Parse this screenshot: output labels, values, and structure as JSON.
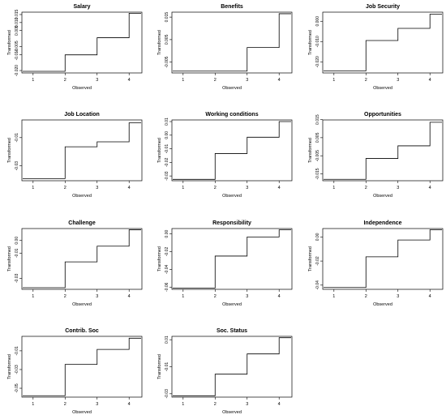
{
  "chart_data": [
    {
      "type": "line",
      "style": "step",
      "title": "Salary",
      "xlabel": "Observed",
      "ylabel": "Transformed",
      "x": [
        1,
        2,
        3,
        4
      ],
      "y": [
        -0.0205,
        -0.0102,
        0.0005,
        0.0158
      ],
      "xlim": [
        0.65,
        4.4
      ],
      "ylim": [
        -0.0215,
        0.0165
      ],
      "xticks": [
        "1",
        "2",
        "3",
        "4"
      ],
      "yticks": [
        -0.02,
        -0.01,
        -0.005,
        0.005,
        0.01,
        0.015
      ],
      "ytick_labels": [
        "-0.020",
        "-0.010",
        "-0.005",
        "0.005",
        "0.010",
        "0.015"
      ]
    },
    {
      "type": "line",
      "style": "step",
      "title": "Benefits",
      "xlabel": "Observed",
      "ylabel": "Transformed",
      "x": [
        1,
        2,
        3,
        4
      ],
      "y": [
        -0.009,
        -0.009,
        0.0015,
        0.0165
      ],
      "xlim": [
        0.65,
        4.4
      ],
      "ylim": [
        -0.0098,
        0.0172
      ],
      "xticks": [
        "1",
        "2",
        "3",
        "4"
      ],
      "yticks": [
        -0.005,
        0.005,
        0.015
      ],
      "ytick_labels": [
        "-0.005",
        "0.005",
        "0.015"
      ]
    },
    {
      "type": "line",
      "style": "step",
      "title": "Job Security",
      "xlabel": "Observed",
      "ylabel": "Transformed",
      "x": [
        1,
        2,
        3,
        4
      ],
      "y": [
        -0.0245,
        -0.0095,
        -0.0035,
        0.0035
      ],
      "xlim": [
        0.65,
        4.4
      ],
      "ylim": [
        -0.0255,
        0.0045
      ],
      "xticks": [
        "1",
        "2",
        "3",
        "4"
      ],
      "yticks": [
        -0.02,
        -0.01,
        0
      ],
      "ytick_labels": [
        "-0.020",
        "-0.010",
        "0.000"
      ]
    },
    {
      "type": "line",
      "style": "step",
      "title": "Job Location",
      "xlabel": "Observed",
      "ylabel": "Transformed",
      "x": [
        1,
        2,
        3,
        4
      ],
      "y": [
        -0.039,
        -0.0165,
        -0.013,
        0.0005
      ],
      "xlim": [
        0.65,
        4.4
      ],
      "ylim": [
        -0.0405,
        0.0025
      ],
      "xticks": [
        "1",
        "2",
        "3",
        "4"
      ],
      "yticks": [
        -0.03,
        -0.01
      ],
      "ytick_labels": [
        "-0.03",
        "-0.01"
      ]
    },
    {
      "type": "line",
      "style": "step",
      "title": "Working conditions",
      "xlabel": "Observed",
      "ylabel": "Transformed",
      "x": [
        1,
        2,
        3,
        4
      ],
      "y": [
        -0.0325,
        -0.0135,
        -0.0015,
        0.01
      ],
      "xlim": [
        0.65,
        4.4
      ],
      "ylim": [
        -0.0335,
        0.0112
      ],
      "xticks": [
        "1",
        "2",
        "3",
        "4"
      ],
      "yticks": [
        -0.03,
        -0.02,
        -0.01,
        0,
        0.01
      ],
      "ytick_labels": [
        "-0.03",
        "-0.02",
        "-0.01",
        "0.00",
        "0.01"
      ]
    },
    {
      "type": "line",
      "style": "step",
      "title": "Opportunities",
      "xlabel": "Observed",
      "ylabel": "Transformed",
      "x": [
        1,
        2,
        3,
        4
      ],
      "y": [
        -0.018,
        -0.0065,
        0.0005,
        0.0135
      ],
      "xlim": [
        0.65,
        4.4
      ],
      "ylim": [
        -0.0188,
        0.0148
      ],
      "xticks": [
        "1",
        "2",
        "3",
        "4"
      ],
      "yticks": [
        -0.015,
        -0.005,
        0.005,
        0.015
      ],
      "ytick_labels": [
        "-0.015",
        "-0.005",
        "0.005",
        "0.015"
      ]
    },
    {
      "type": "line",
      "style": "step",
      "title": "Challenge",
      "xlabel": "Observed",
      "ylabel": "Transformed",
      "x": [
        1,
        2,
        3,
        4
      ],
      "y": [
        -0.0375,
        -0.017,
        -0.0045,
        0.0085
      ],
      "xlim": [
        0.65,
        4.4
      ],
      "ylim": [
        -0.0388,
        0.0095
      ],
      "xticks": [
        "1",
        "2",
        "3",
        "4"
      ],
      "yticks": [
        -0.03,
        -0.01,
        0
      ],
      "ytick_labels": [
        "-0.03",
        "-0.01",
        "0.00"
      ]
    },
    {
      "type": "line",
      "style": "step",
      "title": "Responsibility",
      "xlabel": "Observed",
      "ylabel": "Transformed",
      "x": [
        1,
        2,
        3,
        4
      ],
      "y": [
        -0.061,
        -0.025,
        -0.0035,
        0.0045
      ],
      "xlim": [
        0.65,
        4.4
      ],
      "ylim": [
        -0.0625,
        0.006
      ],
      "xticks": [
        "1",
        "2",
        "3",
        "4"
      ],
      "yticks": [
        -0.06,
        -0.04,
        -0.02,
        0
      ],
      "ytick_labels": [
        "-0.06",
        "-0.04",
        "-0.02",
        "0.00"
      ]
    },
    {
      "type": "line",
      "style": "step",
      "title": "Independence",
      "xlabel": "Observed",
      "ylabel": "Transformed",
      "x": [
        1,
        2,
        3,
        4
      ],
      "y": [
        -0.042,
        -0.0165,
        -0.0025,
        0.006
      ],
      "xlim": [
        0.65,
        4.4
      ],
      "ylim": [
        -0.0435,
        0.007
      ],
      "xticks": [
        "1",
        "2",
        "3",
        "4"
      ],
      "yticks": [
        -0.04,
        -0.02,
        0
      ],
      "ytick_labels": [
        "-0.04",
        "-0.02",
        "0.00"
      ]
    },
    {
      "type": "line",
      "style": "step",
      "title": "Contrib. Soc",
      "xlabel": "Observed",
      "ylabel": "Transformed",
      "x": [
        1,
        2,
        3,
        4
      ],
      "y": [
        -0.058,
        -0.0245,
        -0.0085,
        0.0035
      ],
      "xlim": [
        0.65,
        4.4
      ],
      "ylim": [
        -0.0595,
        0.0055
      ],
      "xticks": [
        "1",
        "2",
        "3",
        "4"
      ],
      "yticks": [
        -0.05,
        -0.03,
        -0.01
      ],
      "ytick_labels": [
        "-0.05",
        "-0.03",
        "-0.01"
      ]
    },
    {
      "type": "line",
      "style": "step",
      "title": "Soc. Status",
      "xlabel": "Observed",
      "ylabel": "Transformed",
      "x": [
        1,
        2,
        3,
        4
      ],
      "y": [
        -0.0315,
        -0.0155,
        -0.0005,
        0.0115
      ],
      "xlim": [
        0.65,
        4.4
      ],
      "ylim": [
        -0.0325,
        0.0125
      ],
      "xticks": [
        "1",
        "2",
        "3",
        "4"
      ],
      "yticks": [
        -0.03,
        -0.01,
        0.01
      ],
      "ytick_labels": [
        "-0.03",
        "-0.01",
        "0.01"
      ]
    }
  ]
}
